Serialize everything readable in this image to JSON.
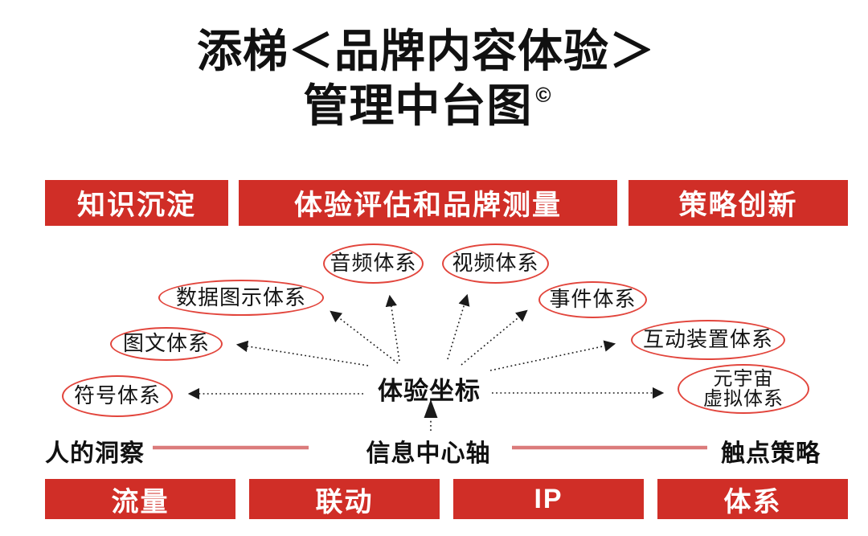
{
  "title": {
    "line1": "添梯＜品牌内容体验＞",
    "line2": "管理中台图",
    "copyright_mark": "©"
  },
  "colors": {
    "box_red": "#d02e27",
    "ellipse_red": "#e2453c",
    "axis_line_red": "#db7b7b",
    "arrow_black": "#1a1a1a",
    "title_black": "#111111"
  },
  "top_row": {
    "items": [
      {
        "label": "知识沉淀"
      },
      {
        "label": "体验评估和品牌测量"
      },
      {
        "label": "策略创新"
      }
    ]
  },
  "hub": {
    "label": "体验坐标"
  },
  "systems": {
    "audio": {
      "label": "音频体系"
    },
    "video": {
      "label": "视频体系"
    },
    "data_chart": {
      "label": "数据图示体系"
    },
    "event": {
      "label": "事件体系"
    },
    "image_text": {
      "label": "图文体系"
    },
    "interactive_device": {
      "label": "互动装置体系"
    },
    "symbol": {
      "label": "符号体系"
    },
    "metaverse": {
      "line1": "元宇宙",
      "line2": "虚拟体系"
    }
  },
  "axis": {
    "left": "人的洞察",
    "center": "信息中心轴",
    "right": "触点策略"
  },
  "bottom_row": {
    "items": [
      {
        "label": "流量"
      },
      {
        "label": "联动"
      },
      {
        "label": "IP"
      },
      {
        "label": "体系"
      }
    ]
  }
}
